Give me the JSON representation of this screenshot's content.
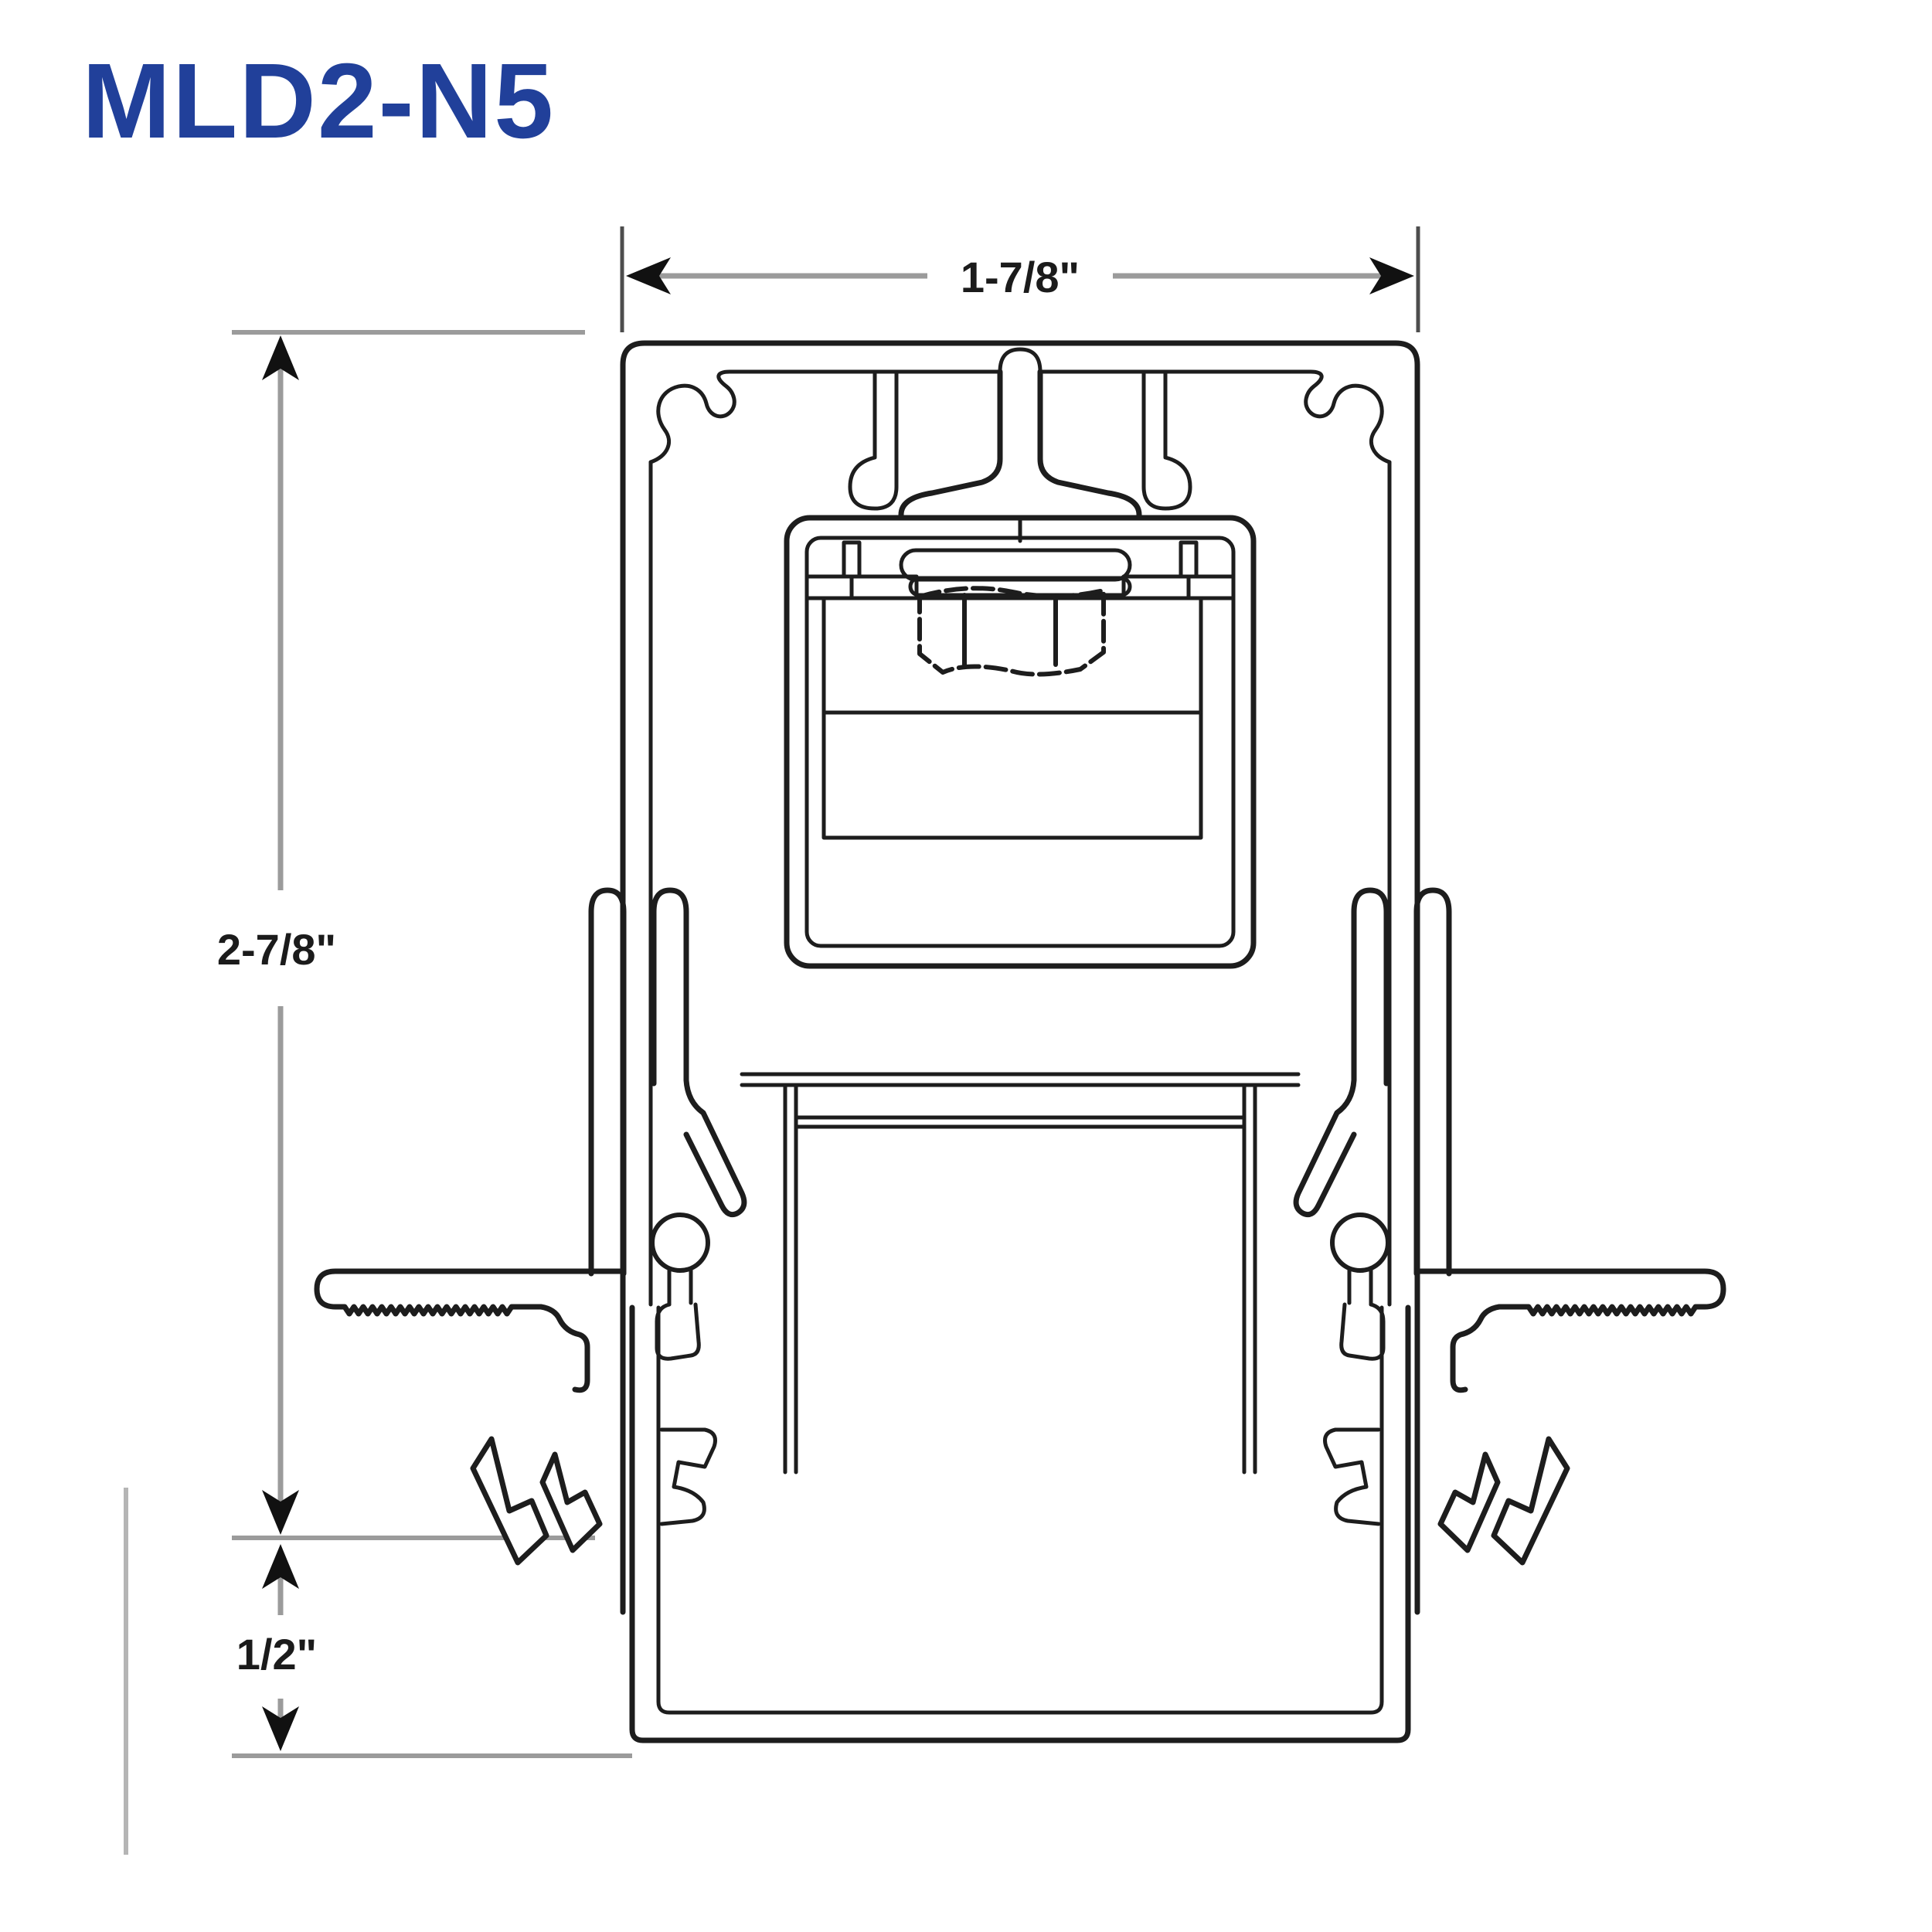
{
  "title": {
    "text": "MLD2-N5",
    "color": "#21409A"
  },
  "dimensions": {
    "width": {
      "label": "1-7/8\"",
      "orientation": "horizontal",
      "location": "top"
    },
    "height": {
      "label": "2-7/8\"",
      "orientation": "vertical",
      "location": "left"
    },
    "recess": {
      "label": "1/2\"",
      "orientation": "vertical",
      "location": "bottom-left"
    }
  },
  "drawing": {
    "type": "technical-cross-section",
    "background": "#ffffff",
    "line_color": "#1d1d1d",
    "dimension_line_color": "#9b9b9b",
    "extension_line_color": "#4d4d4d",
    "parts": [
      "housing-extrusion",
      "screw-boss-left",
      "screw-boss-right",
      "center-rib",
      "driver-box",
      "mounting-bracket",
      "hex-nut",
      "driver-compartment",
      "spring-clip-left",
      "spring-clip-right",
      "mounting-wing-left",
      "mounting-wing-right",
      "reflector-cup",
      "lens-channel",
      "retention-hooks"
    ]
  }
}
